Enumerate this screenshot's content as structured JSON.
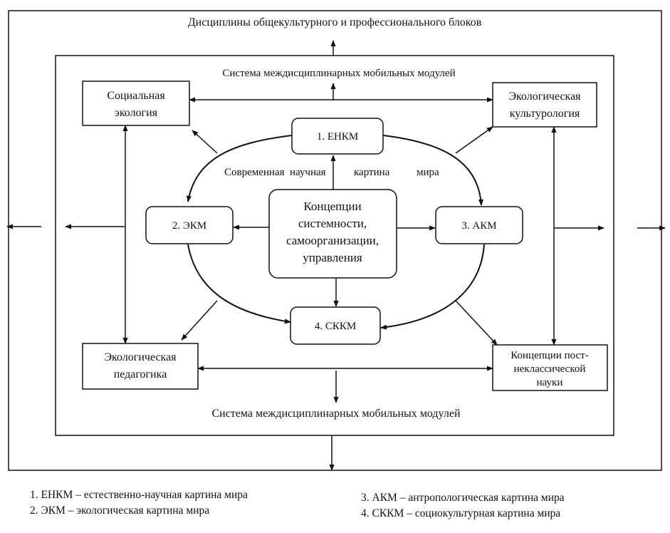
{
  "top_title": "Дисциплины общекультурного и профессионального блоков",
  "module_system_top": "Система междисциплинарных мобильных модулей",
  "module_system_bottom": "Система междисциплинарных мобильных модулей",
  "ellipse_caption": [
    "Современная",
    "научная",
    "картина",
    "мира"
  ],
  "boxes": {
    "social_ecology": [
      "Социальная",
      "экология"
    ],
    "eco_culturology": [
      "Экологическая",
      "культурология"
    ],
    "eco_pedagogy": [
      "Экологическая",
      "педагогика"
    ],
    "postnonclassical": [
      "Концепции пост-",
      "неклассической",
      "науки"
    ],
    "enkm": "1. ЕНКМ",
    "ekm": "2. ЭКМ",
    "akm": "3. АКМ",
    "skkm": "4. СККМ",
    "center": [
      "Концепции",
      "системности,",
      "самоорганизации,",
      "управления"
    ]
  },
  "legend": [
    "1.  ЕНКМ – естественно-научная картина мира",
    "2.  ЭКМ – экологическая картина мира",
    "3. АКМ – антропологическая картина мира",
    "4. СККМ – социокультурная картина мира"
  ]
}
